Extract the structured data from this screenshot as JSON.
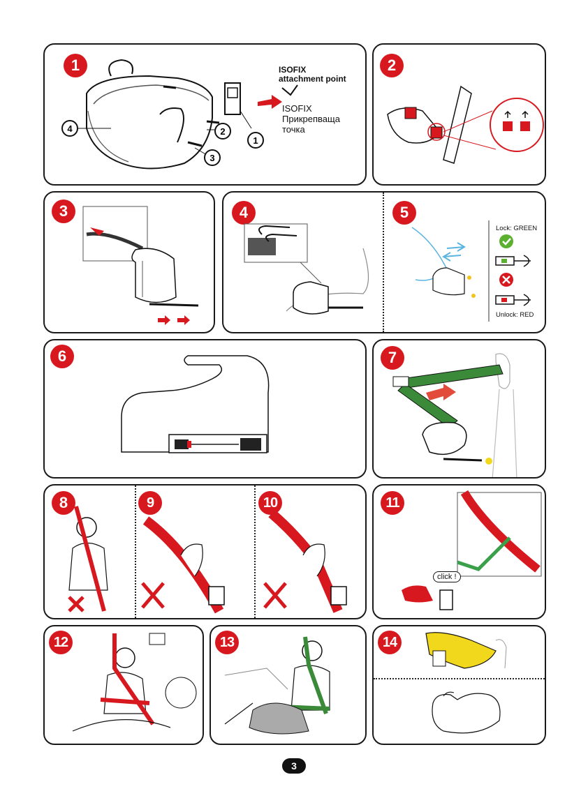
{
  "panels": {
    "p1": {
      "step": "1",
      "attachment_label": "ISOFIX\nattachment point",
      "ru_label": "ISOFIX\nПрикрепваща\nточка",
      "callouts": [
        "1",
        "2",
        "3",
        "4"
      ]
    },
    "p2": {
      "step": "2"
    },
    "p3": {
      "step": "3"
    },
    "p4": {
      "step": "4"
    },
    "p5": {
      "step": "5",
      "lock_label": "Lock: GREEN",
      "unlock_label": "Unlock: RED"
    },
    "p6": {
      "step": "6"
    },
    "p7": {
      "step": "7"
    },
    "p8": {
      "step": "8"
    },
    "p9": {
      "step": "9"
    },
    "p10": {
      "step": "10"
    },
    "p11": {
      "step": "11",
      "click_label": "click !"
    },
    "p12": {
      "step": "12"
    },
    "p13": {
      "step": "13"
    },
    "p14": {
      "step": "14"
    }
  },
  "page_number": "3",
  "colors": {
    "badge": "#d7191f",
    "belt_red": "#d7191f",
    "belt_green": "#3a8a3a",
    "lock_green": "#5bb030",
    "strap_yellow": "#f2d81c"
  }
}
